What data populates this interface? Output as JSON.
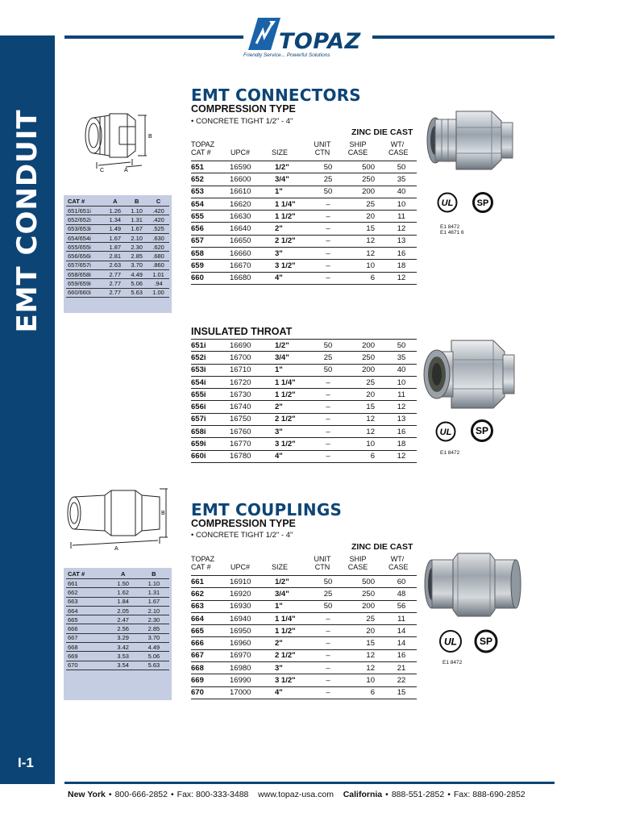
{
  "sidebar": {
    "title": "EMT CONDUIT",
    "page_number": "I-1"
  },
  "brand": {
    "name": "TOPAZ",
    "tagline": "Friendly Service... Powerful Solutions"
  },
  "connectors": {
    "title": "EMT CONNECTORS",
    "subtitle": "COMPRESSION TYPE",
    "note": "• CONCRETE TIGHT 1/2\" - 4\"",
    "material": "ZINC DIE CAST",
    "headers": {
      "cat": "TOPAZ\nCAT #",
      "upc": "UPC#",
      "size": "SIZE",
      "unit": "UNIT\nCTN",
      "ship": "SHIP\nCASE",
      "wt": "WT/\nCASE"
    },
    "rows": [
      [
        "651",
        "16590",
        "1/2\"",
        "50",
        "500",
        "50"
      ],
      [
        "652",
        "16600",
        "3/4\"",
        "25",
        "250",
        "35"
      ],
      [
        "653",
        "16610",
        "1\"",
        "50",
        "200",
        "40"
      ],
      [
        "654",
        "16620",
        "1 1/4\"",
        "–",
        "25",
        "10"
      ],
      [
        "655",
        "16630",
        "1 1/2\"",
        "–",
        "20",
        "11"
      ],
      [
        "656",
        "16640",
        "2\"",
        "–",
        "15",
        "12"
      ],
      [
        "657",
        "16650",
        "2 1/2\"",
        "–",
        "12",
        "13"
      ],
      [
        "658",
        "16660",
        "3\"",
        "–",
        "12",
        "16"
      ],
      [
        "659",
        "16670",
        "3 1/2\"",
        "–",
        "10",
        "18"
      ],
      [
        "660",
        "16680",
        "4\"",
        "–",
        "6",
        "12"
      ]
    ],
    "cert_text": "E1 8472\nE1 4671 6",
    "dimensions": {
      "headers": [
        "CAT #",
        "A",
        "B",
        "C"
      ],
      "rows": [
        [
          "651/651i",
          "1.26",
          "1.10",
          ".420"
        ],
        [
          "652/652i",
          "1.34",
          "1.31",
          ".420"
        ],
        [
          "653/653i",
          "1.49",
          "1.67",
          ".525"
        ],
        [
          "654/654i",
          "1.67",
          "2.10",
          ".630"
        ],
        [
          "655/655i",
          "1.87",
          "2.30",
          ".620"
        ],
        [
          "656/656i",
          "2.81",
          "2.85",
          ".680"
        ],
        [
          "657/657i",
          "2.63",
          "3.70",
          ".860"
        ],
        [
          "658/658i",
          "2.77",
          "4.49",
          "1.01"
        ],
        [
          "659/659i",
          "2.77",
          "5.06",
          ".94"
        ],
        [
          "660/660i",
          "2.77",
          "5.63",
          "1.00"
        ]
      ]
    }
  },
  "insulated": {
    "subtitle": "INSULATED THROAT",
    "rows": [
      [
        "651i",
        "16690",
        "1/2\"",
        "50",
        "200",
        "50"
      ],
      [
        "652i",
        "16700",
        "3/4\"",
        "25",
        "250",
        "35"
      ],
      [
        "653i",
        "16710",
        "1\"",
        "50",
        "200",
        "40"
      ],
      [
        "654i",
        "16720",
        "1 1/4\"",
        "–",
        "25",
        "10"
      ],
      [
        "655i",
        "16730",
        "1 1/2\"",
        "–",
        "20",
        "11"
      ],
      [
        "656i",
        "16740",
        "2\"",
        "–",
        "15",
        "12"
      ],
      [
        "657i",
        "16750",
        "2 1/2\"",
        "–",
        "12",
        "13"
      ],
      [
        "658i",
        "16760",
        "3\"",
        "–",
        "12",
        "16"
      ],
      [
        "659i",
        "16770",
        "3 1/2\"",
        "–",
        "10",
        "18"
      ],
      [
        "660i",
        "16780",
        "4\"",
        "–",
        "6",
        "12"
      ]
    ],
    "cert_text": "E1 8472"
  },
  "couplings": {
    "title": "EMT COUPLINGS",
    "subtitle": "COMPRESSION TYPE",
    "note": "• CONCRETE TIGHT 1/2\" - 4\"",
    "material": "ZINC DIE CAST",
    "headers": {
      "cat": "TOPAZ\nCAT #",
      "upc": "UPC#",
      "size": "SIZE",
      "unit": "UNIT\nCTN",
      "ship": "SHIP\nCASE",
      "wt": "WT/\nCASE"
    },
    "rows": [
      [
        "661",
        "16910",
        "1/2\"",
        "50",
        "500",
        "60"
      ],
      [
        "662",
        "16920",
        "3/4\"",
        "25",
        "250",
        "48"
      ],
      [
        "663",
        "16930",
        "1\"",
        "50",
        "200",
        "56"
      ],
      [
        "664",
        "16940",
        "1 1/4\"",
        "–",
        "25",
        "11"
      ],
      [
        "665",
        "16950",
        "1 1/2\"",
        "–",
        "20",
        "14"
      ],
      [
        "666",
        "16960",
        "2\"",
        "–",
        "15",
        "14"
      ],
      [
        "667",
        "16970",
        "2 1/2\"",
        "–",
        "12",
        "16"
      ],
      [
        "668",
        "16980",
        "3\"",
        "–",
        "12",
        "21"
      ],
      [
        "669",
        "16990",
        "3 1/2\"",
        "–",
        "10",
        "22"
      ],
      [
        "670",
        "17000",
        "4\"",
        "–",
        "6",
        "15"
      ]
    ],
    "cert_text": "E1 8472",
    "dimensions": {
      "headers": [
        "CAT #",
        "A",
        "B"
      ],
      "rows": [
        [
          "661",
          "1.50",
          "1.10"
        ],
        [
          "662",
          "1.62",
          "1.31"
        ],
        [
          "663",
          "1.84",
          "1.67"
        ],
        [
          "664",
          "2.05",
          "2.10"
        ],
        [
          "665",
          "2.47",
          "2.30"
        ],
        [
          "666",
          "2.56",
          "2.85"
        ],
        [
          "667",
          "3.29",
          "3.70"
        ],
        [
          "668",
          "3.42",
          "4.49"
        ],
        [
          "669",
          "3.53",
          "5.06"
        ],
        [
          "670",
          "3.54",
          "5.63"
        ]
      ]
    }
  },
  "footer": {
    "ny_label": "New York",
    "ny_phone": "800-666-2852",
    "ny_fax": "Fax: 800-333-3488",
    "website": "www.topaz-usa.com",
    "ca_label": "California",
    "ca_phone": "888-551-2852",
    "ca_fax": "Fax: 888-690-2852"
  },
  "colors": {
    "brand_blue": "#0d4476",
    "dim_table_bg": "#c5cde2"
  },
  "icons": [
    "topaz-logo-icon",
    "ul-mark-icon",
    "csa-mark-icon"
  ]
}
